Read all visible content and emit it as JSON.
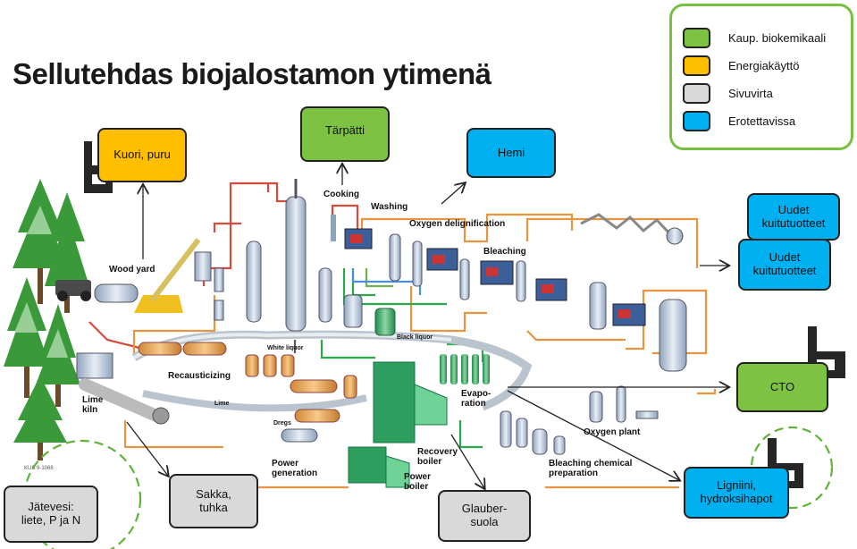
{
  "title": "Sellutehdas biojalostamon ytimenä",
  "legend": {
    "items": [
      {
        "label": "Kaup. biokemikaali",
        "color": "#7dc242"
      },
      {
        "label": "Energiakäyttö",
        "color": "#ffbf00"
      },
      {
        "label": "Sivuvirta",
        "color": "#d9d9d9"
      },
      {
        "label": "Erotettavissa",
        "color": "#00b0f0"
      }
    ]
  },
  "products": {
    "kuori": "Kuori, puru",
    "tarpatti": "Tärpätti",
    "hemi": "Hemi",
    "uudet1": "Uudet kuitutuotteet",
    "uudet2": "Uudet kuitutuotteet",
    "cto": "CTO",
    "ligniini": "Ligniini, hydroksihapot",
    "glauber": "Glauber-suola",
    "sakka": "Sakka, tuhka",
    "jatevesi": "Jätevesi: liete, P ja N"
  },
  "process_labels": {
    "wood_yard": "Wood yard",
    "cooking": "Cooking",
    "washing": "Washing",
    "oxygen_delignification": "Oxygen delignification",
    "bleaching": "Bleaching",
    "white_liquor": "White liquor",
    "black_liquor": "Black liquor",
    "recausticizing": "Recausticizing",
    "lime": "Lime",
    "dregs": "Dregs",
    "lime_kiln": "Lime kiln",
    "evaporation": "Evapo-ration",
    "oxygen_plant": "Oxygen plant",
    "recovery_boiler": "Recovery boiler",
    "power_boiler": "Power boiler",
    "power_generation": "Power generation",
    "bleaching_chemical_preparation": "Bleaching chemical preparation",
    "image_code": "KUS 9-1068"
  }
}
